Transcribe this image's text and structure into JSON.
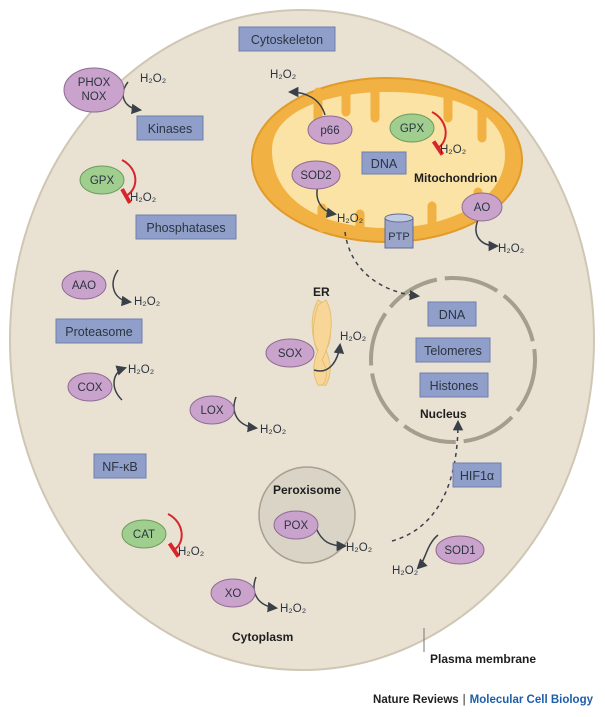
{
  "labels": {
    "cytoskeleton": "Cytoskeleton",
    "kinases": "Kinases",
    "phosphatases": "Phosphatases",
    "proteasome": "Proteasome",
    "nfkb": "NF-κB",
    "hif1a": "HIF1α",
    "dna_mito": "DNA",
    "dna_nuc": "DNA",
    "telomeres": "Telomeres",
    "histones": "Histones",
    "phox": "PHOX",
    "nox": "NOX",
    "gpx_cyto": "GPX",
    "gpx_mito": "GPX",
    "aao": "AAO",
    "cox": "COX",
    "lox": "LOX",
    "cat": "CAT",
    "xo": "XO",
    "p66": "p66",
    "sod2": "SOD2",
    "ao": "AO",
    "sox": "SOX",
    "pox": "POX",
    "sod1": "SOD1",
    "ptp": "PTP",
    "h2o2": "H₂O₂",
    "mitochondrion": "Mitochondrion",
    "er": "ER",
    "nucleus": "Nucleus",
    "peroxisome": "Peroxisome",
    "cytoplasm": "Cytoplasm",
    "plasma_membrane": "Plasma membrane"
  },
  "footer": {
    "publisher": "Nature Reviews",
    "separator": "|",
    "journal": "Molecular Cell Biology"
  },
  "colors": {
    "cell_fill": "#e9e2d3",
    "cell_stroke": "#cfc6b4",
    "enzyme_fill": "#c9a3cc",
    "gpx_fill": "#9fce8e",
    "box_fill": "#8f9fc9",
    "mito_outer": "#f2b243",
    "mito_inner": "#fbe3a5",
    "er_fill": "#f7d697",
    "nucleus_ring": "#a39f8c",
    "inhibit": "#d7262b"
  }
}
